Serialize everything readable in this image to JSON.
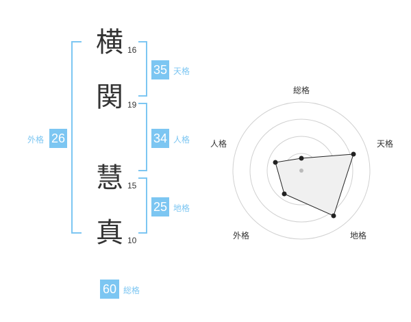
{
  "characters": [
    {
      "char": "横",
      "strokes": "16"
    },
    {
      "char": "関",
      "strokes": "19"
    },
    {
      "char": "慧",
      "strokes": "15"
    },
    {
      "char": "真",
      "strokes": "10"
    }
  ],
  "fortunes": {
    "tenkaku": {
      "value": "35",
      "label": "天格"
    },
    "jinkaku": {
      "value": "34",
      "label": "人格"
    },
    "chikaku": {
      "value": "25",
      "label": "地格"
    },
    "gaikaku": {
      "value": "26",
      "label": "外格"
    },
    "soukaku": {
      "value": "60",
      "label": "総格"
    }
  },
  "radar": {
    "labels": {
      "soukaku": "総格",
      "tenkaku": "天格",
      "chikaku": "地格",
      "gaikaku": "外格",
      "jinkaku": "人格"
    }
  },
  "colors": {
    "accent": "#7cc6f2",
    "text": "#333333",
    "grid": "#d0d0d0",
    "fill": "#f0f0f0"
  }
}
